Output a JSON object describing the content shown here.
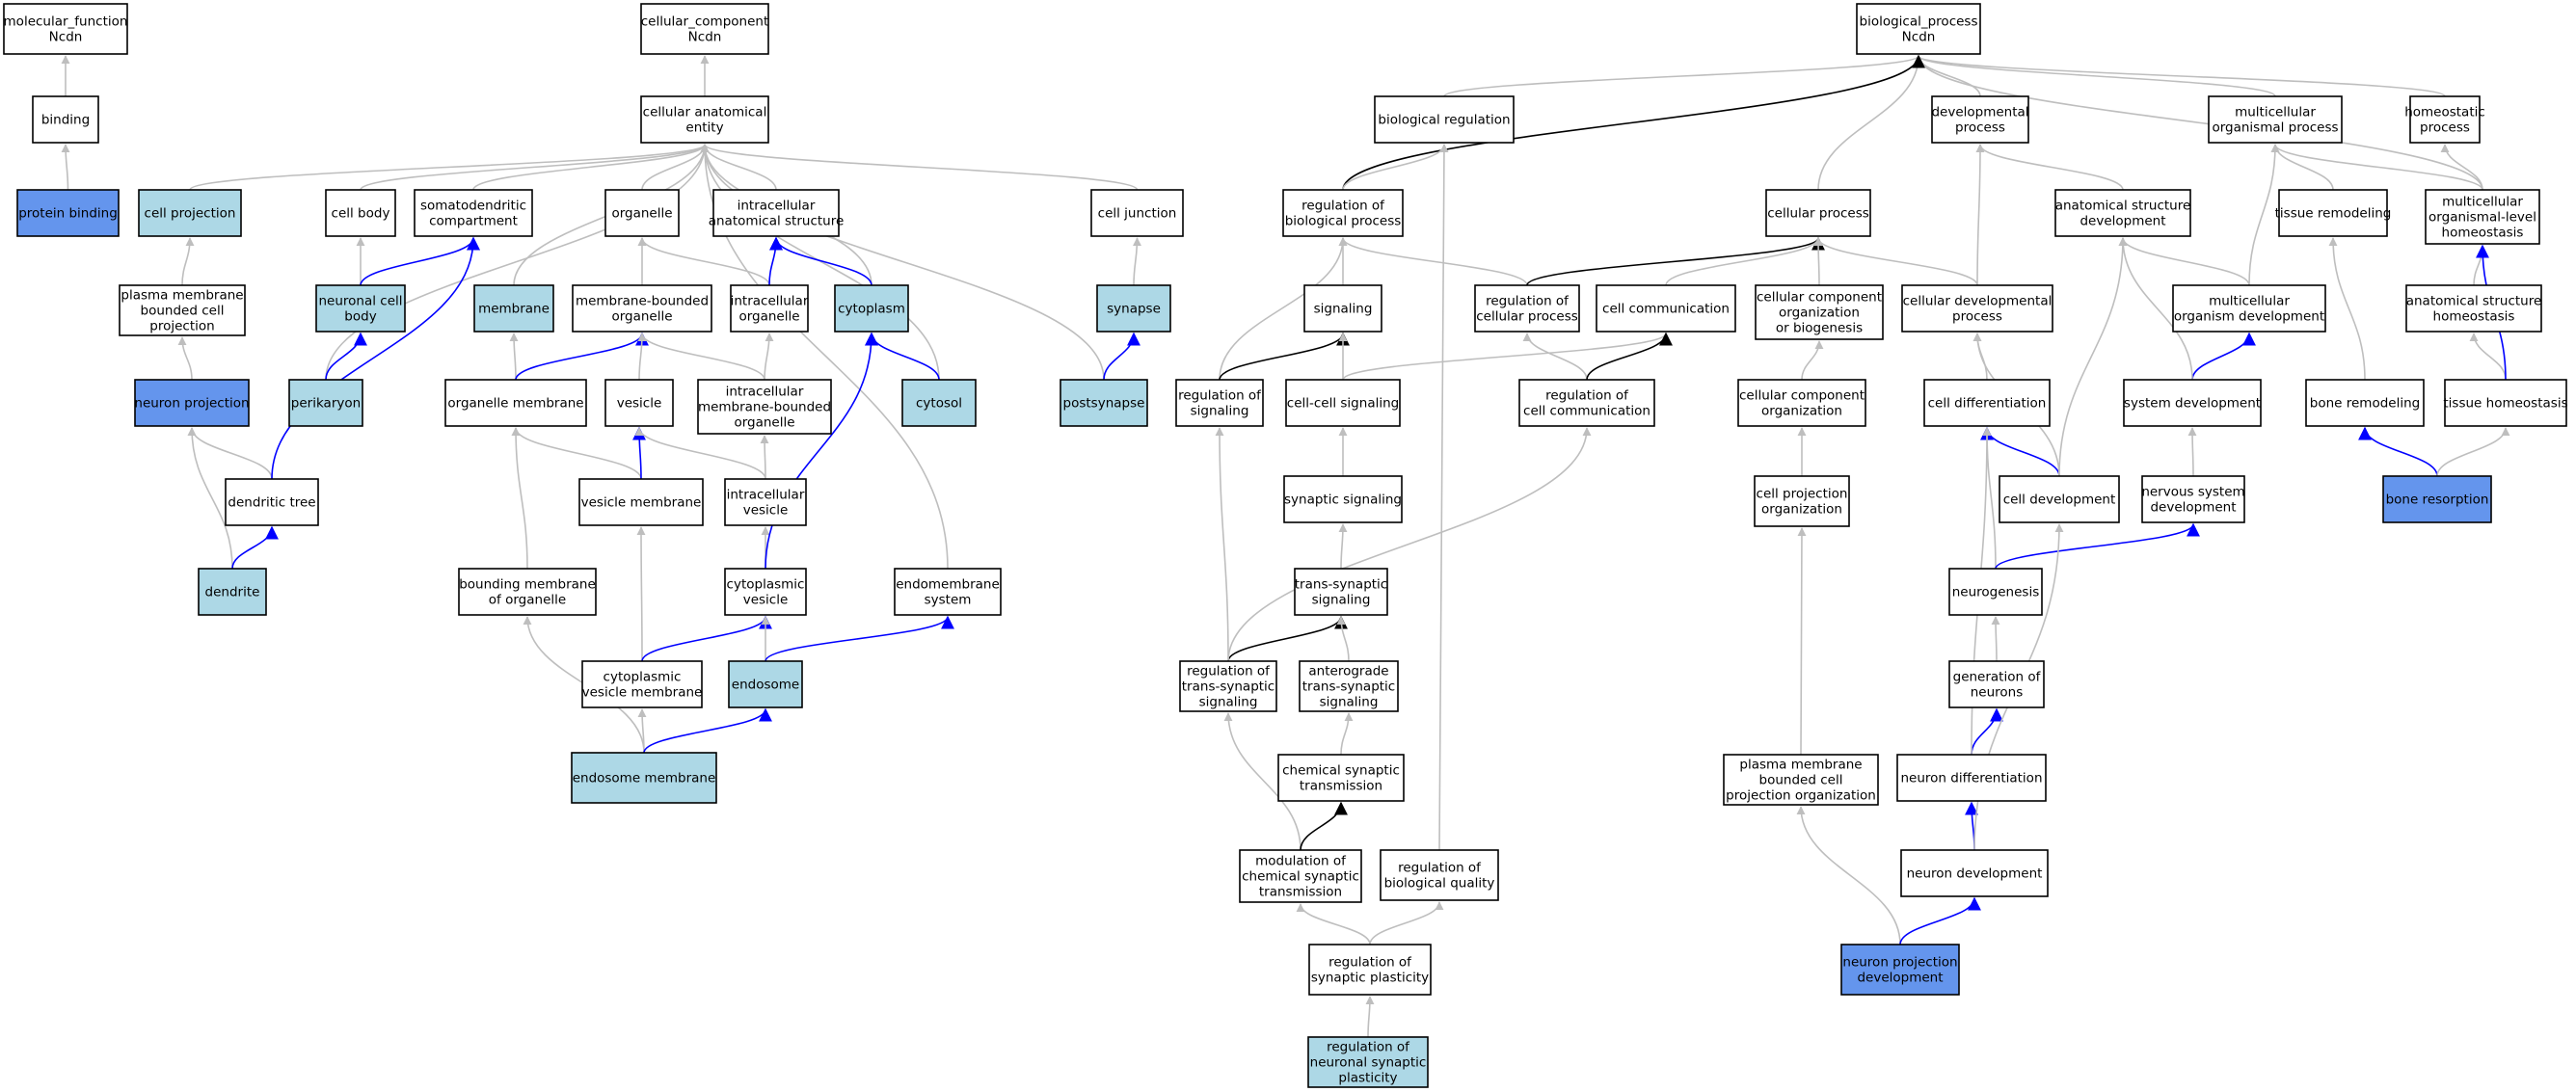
{
  "colors": {
    "default_fill": "#ffffff",
    "light_fill": "#add8e6",
    "strong_fill": "#6495ed",
    "grey_edge": "#bebebe",
    "blue_edge": "#0000ff",
    "black_edge": "#000000"
  },
  "nodes": [
    {
      "id": "mf",
      "lines": [
        "molecular_function",
        "Ncdn"
      ],
      "fill": "default"
    },
    {
      "id": "binding",
      "lines": [
        "binding"
      ],
      "fill": "default"
    },
    {
      "id": "protbind",
      "lines": [
        "protein binding"
      ],
      "fill": "strong"
    },
    {
      "id": "cc",
      "lines": [
        "cellular_component",
        "Ncdn"
      ],
      "fill": "default"
    },
    {
      "id": "cae",
      "lines": [
        "cellular anatomical",
        "entity"
      ],
      "fill": "default"
    },
    {
      "id": "cellproj",
      "lines": [
        "cell projection"
      ],
      "fill": "light"
    },
    {
      "id": "cellbody",
      "lines": [
        "cell body"
      ],
      "fill": "default"
    },
    {
      "id": "somato",
      "lines": [
        "somatodendritic",
        "compartment"
      ],
      "fill": "default"
    },
    {
      "id": "organelle",
      "lines": [
        "organelle"
      ],
      "fill": "default"
    },
    {
      "id": "ias",
      "lines": [
        "intracellular",
        "anatomical structure"
      ],
      "fill": "default"
    },
    {
      "id": "celljunc",
      "lines": [
        "cell junction"
      ],
      "fill": "default"
    },
    {
      "id": "pmbcp",
      "lines": [
        "plasma membrane",
        "bounded cell",
        "projection"
      ],
      "fill": "default"
    },
    {
      "id": "ncb",
      "lines": [
        "neuronal cell",
        "body"
      ],
      "fill": "light"
    },
    {
      "id": "membrane",
      "lines": [
        "membrane"
      ],
      "fill": "light"
    },
    {
      "id": "mbo",
      "lines": [
        "membrane-bounded",
        "organelle"
      ],
      "fill": "default"
    },
    {
      "id": "io",
      "lines": [
        "intracellular",
        "organelle"
      ],
      "fill": "default"
    },
    {
      "id": "cytoplasm",
      "lines": [
        "cytoplasm"
      ],
      "fill": "light"
    },
    {
      "id": "synapse",
      "lines": [
        "synapse"
      ],
      "fill": "light"
    },
    {
      "id": "neuronproj",
      "lines": [
        "neuron projection"
      ],
      "fill": "strong"
    },
    {
      "id": "perikaryon",
      "lines": [
        "perikaryon"
      ],
      "fill": "light"
    },
    {
      "id": "orgmem",
      "lines": [
        "organelle membrane"
      ],
      "fill": "default"
    },
    {
      "id": "vesicle",
      "lines": [
        "vesicle"
      ],
      "fill": "default"
    },
    {
      "id": "imbo",
      "lines": [
        "intracellular",
        "membrane-bounded",
        "organelle"
      ],
      "fill": "default"
    },
    {
      "id": "cytosol",
      "lines": [
        "cytosol"
      ],
      "fill": "light"
    },
    {
      "id": "postsynapse",
      "lines": [
        "postsynapse"
      ],
      "fill": "light"
    },
    {
      "id": "dendtree",
      "lines": [
        "dendritic tree"
      ],
      "fill": "default"
    },
    {
      "id": "vesmem",
      "lines": [
        "vesicle membrane"
      ],
      "fill": "default"
    },
    {
      "id": "intraves",
      "lines": [
        "intracellular",
        "vesicle"
      ],
      "fill": "default"
    },
    {
      "id": "dendrite",
      "lines": [
        "dendrite"
      ],
      "fill": "light"
    },
    {
      "id": "bmo",
      "lines": [
        "bounding membrane",
        "of organelle"
      ],
      "fill": "default"
    },
    {
      "id": "cytoves",
      "lines": [
        "cytoplasmic",
        "vesicle"
      ],
      "fill": "default"
    },
    {
      "id": "endomem",
      "lines": [
        "endomembrane",
        "system"
      ],
      "fill": "default"
    },
    {
      "id": "cvm",
      "lines": [
        "cytoplasmic",
        "vesicle membrane"
      ],
      "fill": "default"
    },
    {
      "id": "endosome",
      "lines": [
        "endosome"
      ],
      "fill": "light"
    },
    {
      "id": "endomembrane",
      "lines": [
        "endosome membrane"
      ],
      "fill": "light"
    },
    {
      "id": "bp",
      "lines": [
        "biological_process",
        "Ncdn"
      ],
      "fill": "default"
    },
    {
      "id": "bioreg",
      "lines": [
        "biological regulation"
      ],
      "fill": "default"
    },
    {
      "id": "devproc",
      "lines": [
        "developmental",
        "process"
      ],
      "fill": "default"
    },
    {
      "id": "multiorg",
      "lines": [
        "multicellular",
        "organismal process"
      ],
      "fill": "default"
    },
    {
      "id": "homeo",
      "lines": [
        "homeostatic",
        "process"
      ],
      "fill": "default"
    },
    {
      "id": "regbio",
      "lines": [
        "regulation of",
        "biological process"
      ],
      "fill": "default"
    },
    {
      "id": "cellproc",
      "lines": [
        "cellular process"
      ],
      "fill": "default"
    },
    {
      "id": "asd",
      "lines": [
        "anatomical structure",
        "development"
      ],
      "fill": "default"
    },
    {
      "id": "tissrem",
      "lines": [
        "tissue remodeling"
      ],
      "fill": "default"
    },
    {
      "id": "mcolh",
      "lines": [
        "multicellular",
        "organismal-level",
        "homeostasis"
      ],
      "fill": "default"
    },
    {
      "id": "signaling",
      "lines": [
        "signaling"
      ],
      "fill": "default"
    },
    {
      "id": "regcell",
      "lines": [
        "regulation of",
        "cellular process"
      ],
      "fill": "default"
    },
    {
      "id": "cellcomm",
      "lines": [
        "cell communication"
      ],
      "fill": "default"
    },
    {
      "id": "ccob",
      "lines": [
        "cellular component",
        "organization",
        "or biogenesis"
      ],
      "fill": "default"
    },
    {
      "id": "celldevproc",
      "lines": [
        "cellular developmental",
        "process"
      ],
      "fill": "default"
    },
    {
      "id": "mcod",
      "lines": [
        "multicellular",
        "organism development"
      ],
      "fill": "default"
    },
    {
      "id": "ash",
      "lines": [
        "anatomical structure",
        "homeostasis"
      ],
      "fill": "default"
    },
    {
      "id": "regsig",
      "lines": [
        "regulation of",
        "signaling"
      ],
      "fill": "default"
    },
    {
      "id": "ccsig",
      "lines": [
        "cell-cell signaling"
      ],
      "fill": "default"
    },
    {
      "id": "regcc",
      "lines": [
        "regulation of",
        "cell communication"
      ],
      "fill": "default"
    },
    {
      "id": "cco",
      "lines": [
        "cellular component",
        "organization"
      ],
      "fill": "default"
    },
    {
      "id": "celldiff",
      "lines": [
        "cell differentiation"
      ],
      "fill": "default"
    },
    {
      "id": "sysdev",
      "lines": [
        "system development"
      ],
      "fill": "default"
    },
    {
      "id": "boneremod",
      "lines": [
        "bone remodeling"
      ],
      "fill": "default"
    },
    {
      "id": "tisshomeo",
      "lines": [
        "tissue homeostasis"
      ],
      "fill": "default"
    },
    {
      "id": "synsig",
      "lines": [
        "synaptic signaling"
      ],
      "fill": "default"
    },
    {
      "id": "cpo",
      "lines": [
        "cell projection",
        "organization"
      ],
      "fill": "default"
    },
    {
      "id": "celldev",
      "lines": [
        "cell development"
      ],
      "fill": "default"
    },
    {
      "id": "nsd",
      "lines": [
        "nervous system",
        "development"
      ],
      "fill": "default"
    },
    {
      "id": "boneres",
      "lines": [
        "bone resorption"
      ],
      "fill": "strong"
    },
    {
      "id": "transsyn",
      "lines": [
        "trans-synaptic",
        "signaling"
      ],
      "fill": "default"
    },
    {
      "id": "neurogen",
      "lines": [
        "neurogenesis"
      ],
      "fill": "default"
    },
    {
      "id": "regtranssyn",
      "lines": [
        "regulation of",
        "trans-synaptic",
        "signaling"
      ],
      "fill": "default"
    },
    {
      "id": "antero",
      "lines": [
        "anterograde",
        "trans-synaptic",
        "signaling"
      ],
      "fill": "default"
    },
    {
      "id": "genneur",
      "lines": [
        "generation of",
        "neurons"
      ],
      "fill": "default"
    },
    {
      "id": "chemsyn",
      "lines": [
        "chemical synaptic",
        "transmission"
      ],
      "fill": "default"
    },
    {
      "id": "pmbcpo",
      "lines": [
        "plasma membrane",
        "bounded cell",
        "projection organization"
      ],
      "fill": "default"
    },
    {
      "id": "neurdiff",
      "lines": [
        "neuron differentiation"
      ],
      "fill": "default"
    },
    {
      "id": "modchem",
      "lines": [
        "modulation of",
        "chemical synaptic",
        "transmission"
      ],
      "fill": "default"
    },
    {
      "id": "regbioqual",
      "lines": [
        "regulation of",
        "biological quality"
      ],
      "fill": "default"
    },
    {
      "id": "neurdev",
      "lines": [
        "neuron development"
      ],
      "fill": "default"
    },
    {
      "id": "regsynplast",
      "lines": [
        "regulation of",
        "synaptic plasticity"
      ],
      "fill": "default"
    },
    {
      "id": "npd",
      "lines": [
        "neuron projection",
        "development"
      ],
      "fill": "strong"
    },
    {
      "id": "regneursyn",
      "lines": [
        "regulation of",
        "neuronal synaptic",
        "plasticity"
      ],
      "fill": "light"
    }
  ],
  "edges": [
    [
      "binding",
      "mf",
      "grey"
    ],
    [
      "protbind",
      "binding",
      "grey"
    ],
    [
      "cae",
      "cc",
      "grey"
    ],
    [
      "cellproj",
      "cae",
      "grey"
    ],
    [
      "cellbody",
      "cae",
      "grey"
    ],
    [
      "somato",
      "cae",
      "grey"
    ],
    [
      "organelle",
      "cae",
      "grey"
    ],
    [
      "ias",
      "cae",
      "grey"
    ],
    [
      "celljunc",
      "cae",
      "grey"
    ],
    [
      "membrane",
      "cae",
      "grey"
    ],
    [
      "cytoplasm",
      "cae",
      "grey"
    ],
    [
      "cytosol",
      "cae",
      "grey"
    ],
    [
      "perikaryon",
      "cae",
      "grey"
    ],
    [
      "endomem",
      "cae",
      "grey"
    ],
    [
      "postsynapse",
      "cae",
      "grey"
    ],
    [
      "pmbcp",
      "cellproj",
      "grey"
    ],
    [
      "neuronproj",
      "pmbcp",
      "grey"
    ],
    [
      "dendtree",
      "neuronproj",
      "grey"
    ],
    [
      "dendrite",
      "neuronproj",
      "grey"
    ],
    [
      "dendrite",
      "dendtree",
      "blue"
    ],
    [
      "dendtree",
      "somato",
      "blue"
    ],
    [
      "ncb",
      "cellbody",
      "grey"
    ],
    [
      "ncb",
      "somato",
      "blue"
    ],
    [
      "perikaryon",
      "ncb",
      "blue"
    ],
    [
      "mbo",
      "organelle",
      "grey"
    ],
    [
      "io",
      "organelle",
      "grey"
    ],
    [
      "io",
      "ias",
      "blue"
    ],
    [
      "cytoplasm",
      "ias",
      "blue"
    ],
    [
      "synapse",
      "celljunc",
      "grey"
    ],
    [
      "postsynapse",
      "synapse",
      "blue"
    ],
    [
      "orgmem",
      "membrane",
      "grey"
    ],
    [
      "orgmem",
      "mbo",
      "blue"
    ],
    [
      "vesicle",
      "mbo",
      "grey"
    ],
    [
      "imbo",
      "mbo",
      "grey"
    ],
    [
      "imbo",
      "io",
      "grey"
    ],
    [
      "cytosol",
      "cytoplasm",
      "blue"
    ],
    [
      "vesmem",
      "orgmem",
      "grey"
    ],
    [
      "vesmem",
      "vesicle",
      "blue"
    ],
    [
      "intraves",
      "vesicle",
      "grey"
    ],
    [
      "intraves",
      "imbo",
      "grey"
    ],
    [
      "bmo",
      "orgmem",
      "grey"
    ],
    [
      "cytoves",
      "intraves",
      "grey"
    ],
    [
      "cytoves",
      "cytoplasm",
      "blue"
    ],
    [
      "cvm",
      "vesmem",
      "grey"
    ],
    [
      "cvm",
      "cytoves",
      "blue"
    ],
    [
      "endosome",
      "cytoves",
      "grey"
    ],
    [
      "endosome",
      "endomem",
      "blue"
    ],
    [
      "endomembrane",
      "bmo",
      "grey"
    ],
    [
      "endomembrane",
      "cvm",
      "grey"
    ],
    [
      "endomembrane",
      "endosome",
      "blue"
    ],
    [
      "bioreg",
      "bp",
      "grey"
    ],
    [
      "devproc",
      "bp",
      "grey"
    ],
    [
      "multiorg",
      "bp",
      "grey"
    ],
    [
      "homeo",
      "bp",
      "grey"
    ],
    [
      "cellproc",
      "bp",
      "grey"
    ],
    [
      "mcolh",
      "bp",
      "grey"
    ],
    [
      "regbio",
      "bp",
      "black"
    ],
    [
      "regbio",
      "bioreg",
      "grey"
    ],
    [
      "asd",
      "devproc",
      "grey"
    ],
    [
      "tissrem",
      "multiorg",
      "grey"
    ],
    [
      "mcolh",
      "multiorg",
      "grey"
    ],
    [
      "mcolh",
      "homeo",
      "grey"
    ],
    [
      "signaling",
      "regbio",
      "grey"
    ],
    [
      "regcell",
      "regbio",
      "grey"
    ],
    [
      "regcell",
      "cellproc",
      "black"
    ],
    [
      "cellcomm",
      "cellproc",
      "grey"
    ],
    [
      "ccob",
      "cellproc",
      "grey"
    ],
    [
      "celldevproc",
      "cellproc",
      "grey"
    ],
    [
      "celldevproc",
      "devproc",
      "grey"
    ],
    [
      "mcod",
      "multiorg",
      "grey"
    ],
    [
      "mcod",
      "asd",
      "grey"
    ],
    [
      "ash",
      "mcolh",
      "grey"
    ],
    [
      "regsig",
      "regbio",
      "grey"
    ],
    [
      "regsig",
      "signaling",
      "black"
    ],
    [
      "ccsig",
      "signaling",
      "grey"
    ],
    [
      "ccsig",
      "cellcomm",
      "grey"
    ],
    [
      "regcc",
      "regcell",
      "grey"
    ],
    [
      "regcc",
      "cellcomm",
      "black"
    ],
    [
      "cco",
      "ccob",
      "grey"
    ],
    [
      "celldiff",
      "celldevproc",
      "grey"
    ],
    [
      "sysdev",
      "mcod",
      "blue"
    ],
    [
      "sysdev",
      "asd",
      "grey"
    ],
    [
      "boneremod",
      "tissrem",
      "grey"
    ],
    [
      "tisshomeo",
      "ash",
      "grey"
    ],
    [
      "tisshomeo",
      "mcolh",
      "blue"
    ],
    [
      "synsig",
      "ccsig",
      "grey"
    ],
    [
      "cpo",
      "cco",
      "grey"
    ],
    [
      "celldev",
      "celldiff",
      "blue"
    ],
    [
      "celldev",
      "celldevproc",
      "grey"
    ],
    [
      "celldev",
      "asd",
      "grey"
    ],
    [
      "nsd",
      "sysdev",
      "grey"
    ],
    [
      "boneres",
      "boneremod",
      "blue"
    ],
    [
      "boneres",
      "tisshomeo",
      "grey"
    ],
    [
      "transsyn",
      "synsig",
      "grey"
    ],
    [
      "neurogen",
      "celldiff",
      "grey"
    ],
    [
      "neurogen",
      "nsd",
      "blue"
    ],
    [
      "regtranssyn",
      "regsig",
      "grey"
    ],
    [
      "regtranssyn",
      "transsyn",
      "black"
    ],
    [
      "regtranssyn",
      "regcc",
      "grey"
    ],
    [
      "antero",
      "transsyn",
      "grey"
    ],
    [
      "genneur",
      "neurogen",
      "grey"
    ],
    [
      "chemsyn",
      "antero",
      "grey"
    ],
    [
      "pmbcpo",
      "cpo",
      "grey"
    ],
    [
      "neurdiff",
      "genneur",
      "blue"
    ],
    [
      "neurdiff",
      "celldiff",
      "grey"
    ],
    [
      "modchem",
      "regtranssyn",
      "grey"
    ],
    [
      "modchem",
      "chemsyn",
      "black"
    ],
    [
      "regbioqual",
      "bioreg",
      "grey"
    ],
    [
      "neurdev",
      "neurdiff",
      "blue"
    ],
    [
      "neurdev",
      "celldev",
      "grey"
    ],
    [
      "regsynplast",
      "modchem",
      "grey"
    ],
    [
      "regsynplast",
      "regbioqual",
      "grey"
    ],
    [
      "npd",
      "pmbcpo",
      "grey"
    ],
    [
      "npd",
      "neurdev",
      "blue"
    ],
    [
      "regneursyn",
      "regsynplast",
      "grey"
    ]
  ]
}
